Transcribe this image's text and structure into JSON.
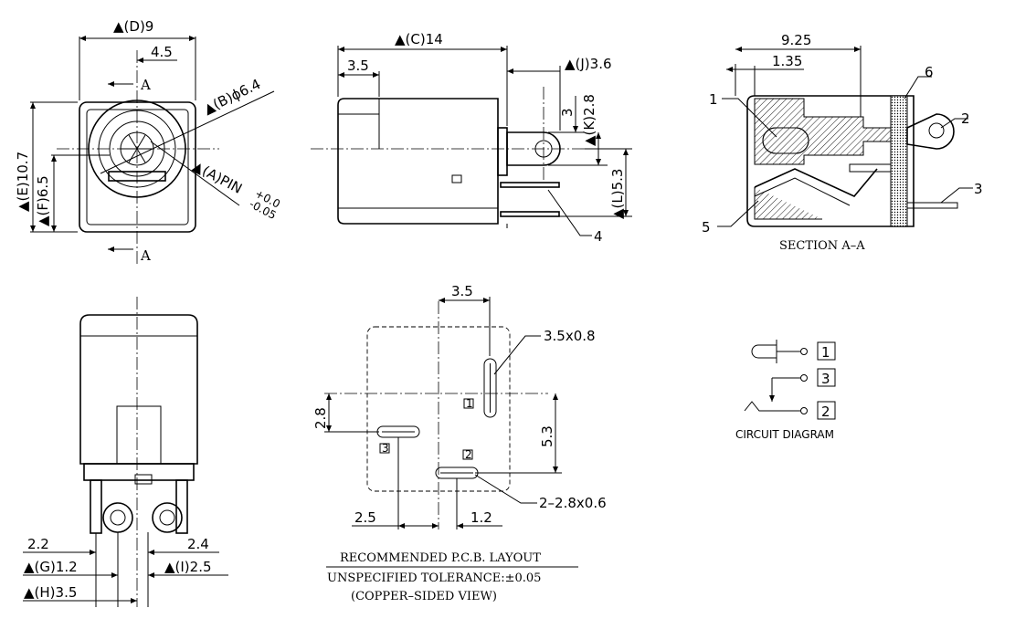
{
  "front_view": {
    "dim_d": "▲(D)9",
    "dim_half": "4.5",
    "dim_b": "▲(B)ϕ6.4",
    "dim_a": "▲(A)PIN",
    "dim_a_tol_upper": "+0.0",
    "dim_a_tol_lower": "-0.05",
    "dim_e": "▲(E)10.7",
    "dim_f": "▲(F)6.5",
    "section_mark": "A"
  },
  "side_view": {
    "dim_c": "▲(C)14",
    "dim_35": "3.5",
    "dim_j": "▲(J)3.6",
    "dim_3": "3",
    "dim_k": "▲(K)2.8",
    "dim_l": "▲(L)5.3",
    "callout_4": "4"
  },
  "section_view": {
    "dim_925": "9.25",
    "dim_135": "1.35",
    "callouts": [
      "1",
      "2",
      "3",
      "5",
      "6"
    ],
    "caption": "SECTION A–A"
  },
  "bottom_view": {
    "dim_22": "2.2",
    "dim_24": "2.4",
    "dim_g": "▲(G)1.2",
    "dim_i": "▲(I)2.5",
    "dim_h": "▲(H)3.5"
  },
  "pcb_layout": {
    "dim_top": "3.5",
    "slot_1": "3.5x0.8",
    "dim_28": "2.8",
    "dim_53": "5.3",
    "slot_23": "2–2.8x0.6",
    "dim_25": "2.5",
    "dim_12": "1.2",
    "pin_labels": [
      "1",
      "2",
      "3"
    ],
    "caption": "RECOMMENDED P.C.B. LAYOUT",
    "tolerance": "UNSPECIFIED TOLERANCE:±0.05",
    "view_note": "(COPPER–SIDED VIEW)"
  },
  "circuit": {
    "pin_labels": [
      "1",
      "3",
      "2"
    ],
    "caption": "CIRCUIT DIAGRAM"
  }
}
